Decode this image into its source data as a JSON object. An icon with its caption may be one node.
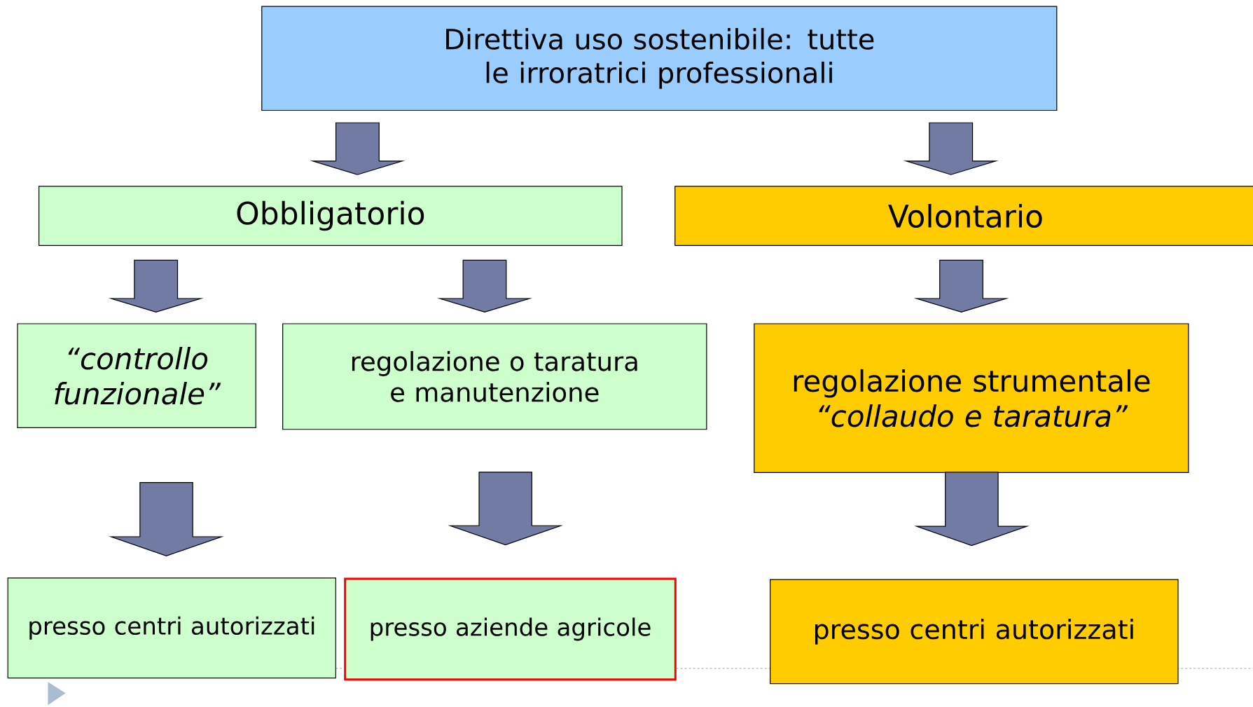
{
  "diagram": {
    "nodes": [
      {
        "text": [
          "Direttiva uso sostenibile: tutte le irroratrici professionali"
        ]
      },
      {
        "text": [
          "Obbligatorio"
        ]
      },
      {
        "text": [
          "Volontario"
        ]
      },
      {
        "text": [
          "“controllo funzionale”"
        ]
      },
      {
        "text": [
          "regolazione o taratura e manutenzione"
        ]
      },
      {
        "text": [
          "regolazione strumentale",
          "“collaudo e taratura”"
        ]
      },
      {
        "text": [
          "presso centri autorizzati"
        ]
      },
      {
        "text": [
          "presso aziende agricole"
        ]
      },
      {
        "text": [
          "presso centri autorizzati"
        ]
      }
    ],
    "edges": [
      {
        "from": 0,
        "to": 1,
        "arrow": "to"
      },
      {
        "from": 0,
        "to": 2,
        "arrow": "to"
      },
      {
        "from": 1,
        "to": 3,
        "arrow": "to"
      },
      {
        "from": 1,
        "to": 4,
        "arrow": "to"
      },
      {
        "from": 2,
        "to": 5,
        "arrow": "to"
      },
      {
        "from": 3,
        "to": 6,
        "arrow": "to"
      },
      {
        "from": 4,
        "to": 7,
        "arrow": "to"
      },
      {
        "from": 5,
        "to": 8,
        "arrow": "to"
      }
    ]
  }
}
